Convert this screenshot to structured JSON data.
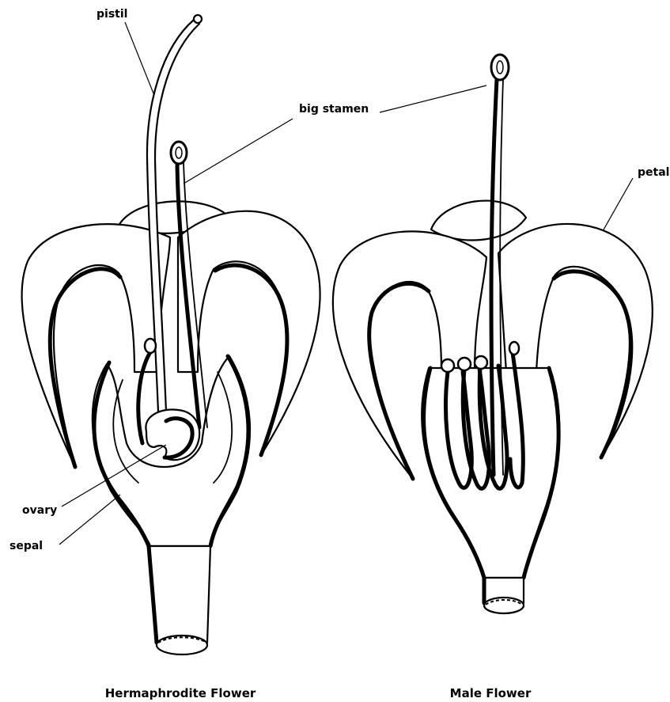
{
  "labels": {
    "pistil": "pistil",
    "big_stamen": "big stamen",
    "petal": "petal",
    "ovary": "ovary",
    "sepal": "sepal"
  },
  "captions": {
    "hermaphrodite": "Hermaphrodite Flower",
    "male": "Male Flower"
  }
}
